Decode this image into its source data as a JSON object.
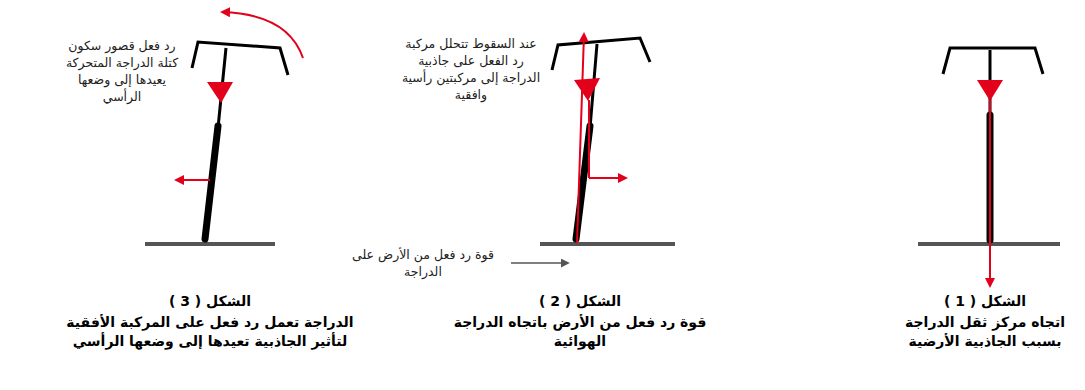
{
  "diagram": {
    "labels": [
      "الشكل ( 1 )",
      "اتجاه مركز ثقل الدراجة بسبب الجاذبية الأرضية",
      "عند السقوط تتحلل مركبة رد الفعل على جاذبية الدراجة إلى مركبتين رأسية وافقية",
      "قوة رد فعل من الأرض على الدراجة",
      "الشكل ( 2 )",
      "قوة رد فعل من الأرض باتجاه الدراجة الهوائية",
      "رد فعل قصور سكون كتلة الدراجة المتحركة يعيدها إلى وضعها الرأسي",
      "الشكل ( 3 )",
      "الدراجة تعمل رد فعل على المركبة الأفقية لتأثير الجاذبية تعيدها إلى وضعها الرأسي"
    ]
  }
}
